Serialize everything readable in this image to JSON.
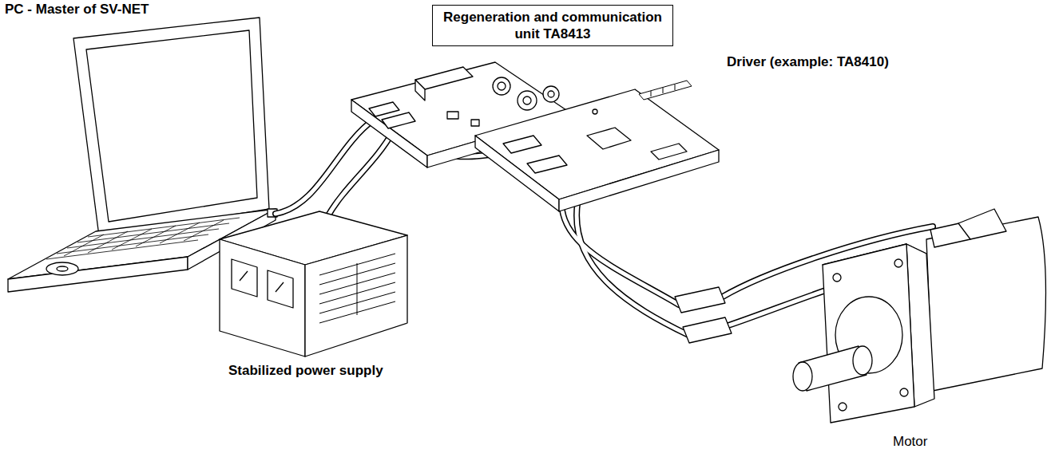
{
  "diagram": {
    "nodes": [
      {
        "text": [
          "Regeneration and communication unit TA8413"
        ]
      }
    ],
    "labels": [
      "PC - Master of SV-NET",
      "Driver (example: TA8410)",
      "Stabilized power supply",
      "Motor"
    ]
  }
}
